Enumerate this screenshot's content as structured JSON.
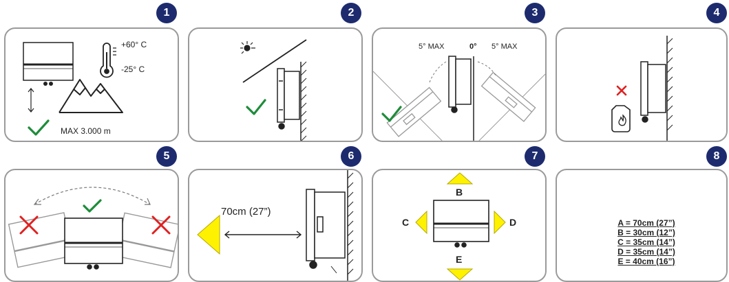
{
  "badges": [
    "1",
    "2",
    "3",
    "4",
    "5",
    "6",
    "7",
    "8"
  ],
  "step1": {
    "temp_max": "+60° C",
    "temp_min": "-25° C",
    "altitude": "MAX 3.000 m"
  },
  "step3": {
    "left_tilt": "5° MAX",
    "center": "0°",
    "right_tilt": "5° MAX"
  },
  "step6": {
    "clearance": "70cm (27”)"
  },
  "step7": {
    "top": "B",
    "left": "C",
    "right": "D",
    "bottom": "E"
  },
  "step8": {
    "lines": [
      "A = 70cm (27”)",
      "B = 30cm (12”)",
      "C = 35cm (14”)",
      "D = 35cm (14”)",
      "E = 40cm (16”)"
    ]
  },
  "colors": {
    "badge": "#1d2b6e",
    "ok": "#1e8c3a",
    "no": "#e02020",
    "arrow": "#fff200",
    "border": "#9a9a9a"
  },
  "icons": [
    "thermometer-icon",
    "mountain-icon",
    "sun-icon",
    "check-icon",
    "cross-icon",
    "flammable-canister-icon"
  ]
}
